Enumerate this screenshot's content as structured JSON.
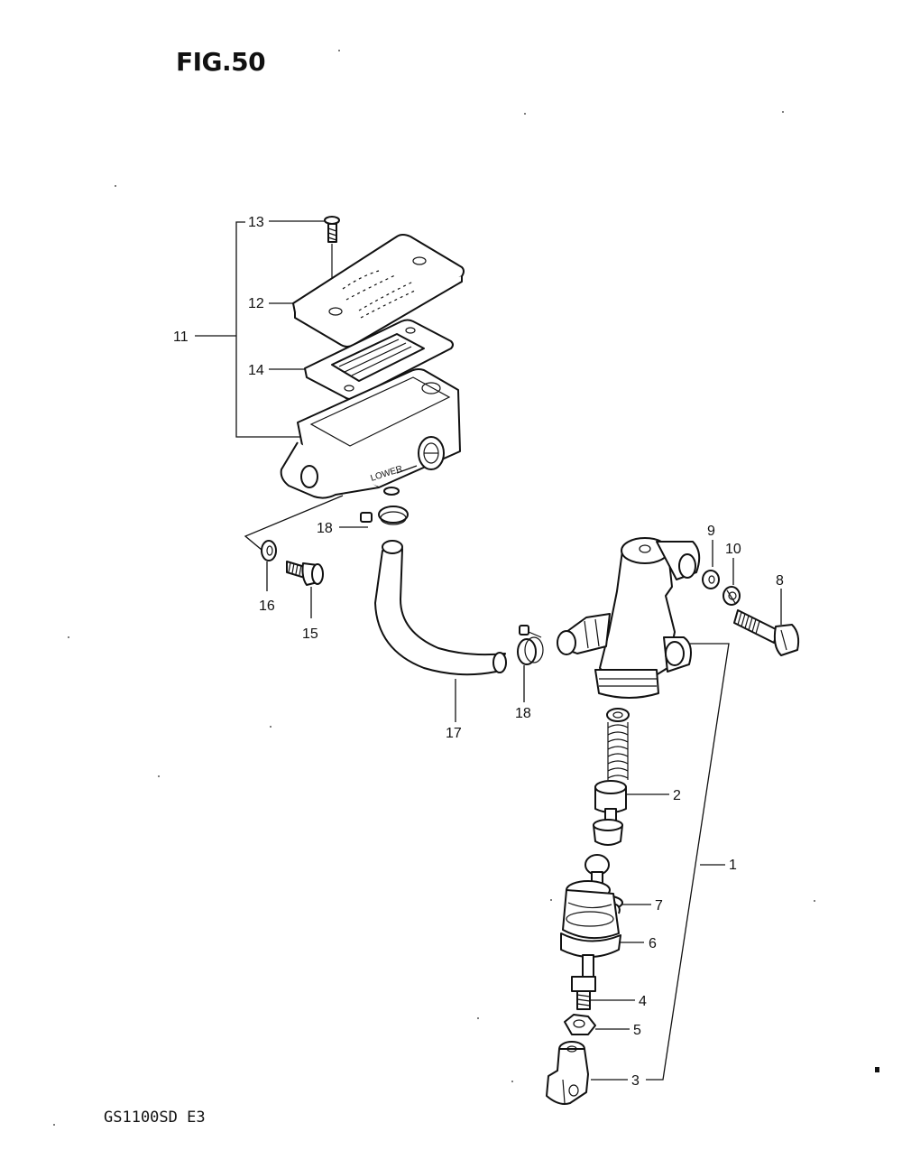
{
  "figure": {
    "title": "FIG.50",
    "model": "GS1100SD E3"
  },
  "callouts": [
    {
      "id": "1",
      "text": "1"
    },
    {
      "id": "2",
      "text": "2"
    },
    {
      "id": "3",
      "text": "3"
    },
    {
      "id": "4",
      "text": "4"
    },
    {
      "id": "5",
      "text": "5"
    },
    {
      "id": "6",
      "text": "6"
    },
    {
      "id": "7",
      "text": "7"
    },
    {
      "id": "8",
      "text": "8"
    },
    {
      "id": "9",
      "text": "9"
    },
    {
      "id": "10",
      "text": "10"
    },
    {
      "id": "11",
      "text": "11"
    },
    {
      "id": "12",
      "text": "12"
    },
    {
      "id": "13",
      "text": "13"
    },
    {
      "id": "14",
      "text": "14"
    },
    {
      "id": "15",
      "text": "15"
    },
    {
      "id": "16",
      "text": "16"
    },
    {
      "id": "17",
      "text": "17"
    },
    {
      "id": "18a",
      "text": "18"
    },
    {
      "id": "18b",
      "text": "18"
    }
  ],
  "reservoir_marking": "LOWER"
}
